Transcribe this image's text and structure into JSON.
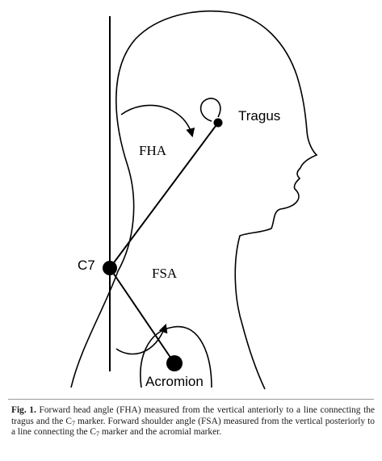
{
  "diagram": {
    "labels": {
      "tragus": "Tragus",
      "fha": "FHA",
      "c7": "C7",
      "fsa": "FSA",
      "acromion": "Acromion"
    }
  },
  "caption": {
    "prefix": "Fig. 1.",
    "part1": " Forward head angle (FHA) measured from the vertical anteriorly to a line connecting the tragus and the C",
    "sub1": "7",
    "part2": " marker. Forward shoulder angle (FSA) measured from the vertical posteriorly to a line connecting the C",
    "sub2": "7",
    "part3": " marker and the acromial marker."
  }
}
